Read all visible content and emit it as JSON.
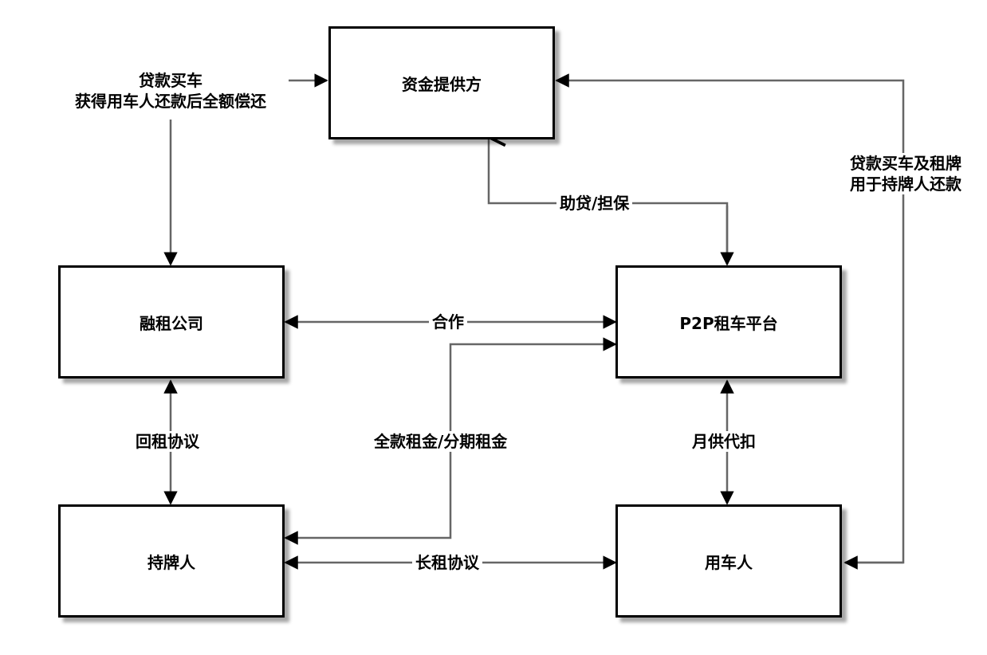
{
  "nodes": {
    "funder": "资金提供方",
    "leasing_company": "融租公司",
    "p2p_platform": "P2P租车平台",
    "plate_holder": "持牌人",
    "car_user": "用车人"
  },
  "edges": {
    "funder_to_leasing_line1": "贷款买车",
    "funder_to_leasing_line2": "获得用车人还款后全额偿还",
    "funder_platform": "助贷/担保",
    "funder_user_line1": "贷款买车及租牌",
    "funder_user_line2": "用于持牌人还款",
    "leasing_platform": "合作",
    "leasing_holder": "回租协议",
    "holder_platform": "全款租金/分期租金",
    "platform_user": "月供代扣",
    "holder_user": "长租协议"
  }
}
